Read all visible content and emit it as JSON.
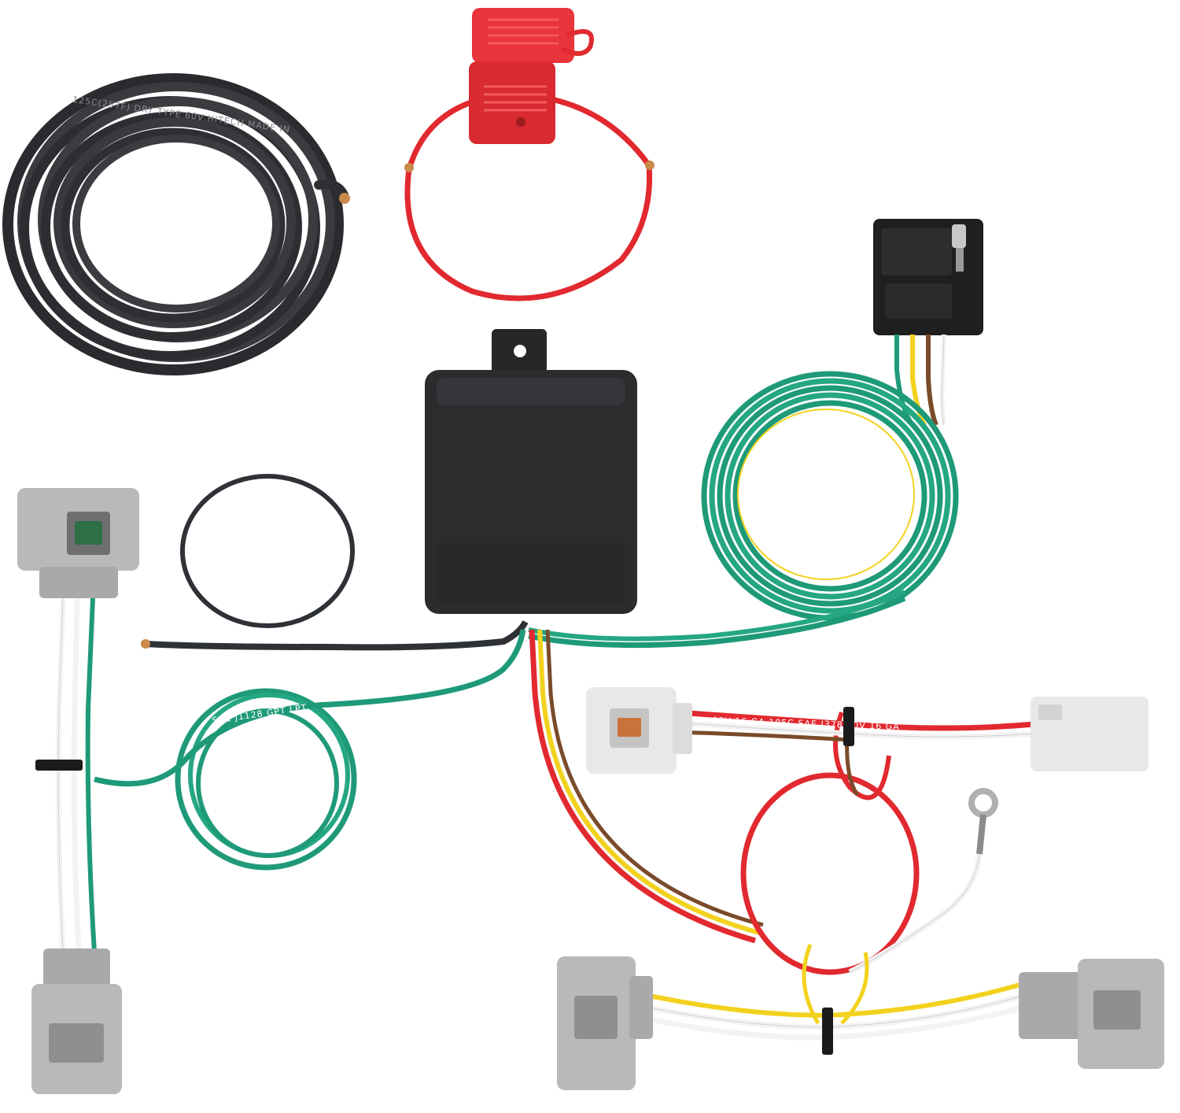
{
  "image": {
    "subject": "trailer wiring harness kit product photo",
    "background_color": "#ffffff"
  },
  "components": [
    {
      "name": "black-power-wire-coil",
      "color": "#2e2f33"
    },
    {
      "name": "inline-fuse-holder",
      "color": "#e1292f"
    },
    {
      "name": "converter-module-box",
      "color": "#2b2c2e"
    },
    {
      "name": "4-way-flat-connector",
      "color": "#1f1f20"
    },
    {
      "name": "green-4-way-wire-coil",
      "color": "#1f9a78"
    },
    {
      "name": "small-black-wire-loop",
      "color": "#2e3136"
    },
    {
      "name": "left-vehicle-plug-harness",
      "color": "#b9b9bb"
    },
    {
      "name": "green-wire-loop-left",
      "color": "#1f9a78"
    },
    {
      "name": "white-vehicle-plug-pair",
      "color": "#e8e8e6"
    },
    {
      "name": "red-wire-loop",
      "color": "#e1292f"
    },
    {
      "name": "ring-terminal-ground",
      "color": "#b0b0b0"
    },
    {
      "name": "gray-vehicle-plug-pair",
      "color": "#b9b9bb"
    }
  ],
  "wire_colors": {
    "green": "#1f9a78",
    "yellow": "#f2d21f",
    "brown": "#7a4b2a",
    "white": "#f3f3f3",
    "red": "#e1292f",
    "black": "#2e3136"
  },
  "printed_text": {
    "black_cable": "125C(257F) DRY  TYPE 60V  HITECH  MADE IN",
    "green_cable_left": "SAE J1128 GPT LPT",
    "red_white_cable": "60V 16 GA 105C  SAE J378 50V 16 GA"
  }
}
